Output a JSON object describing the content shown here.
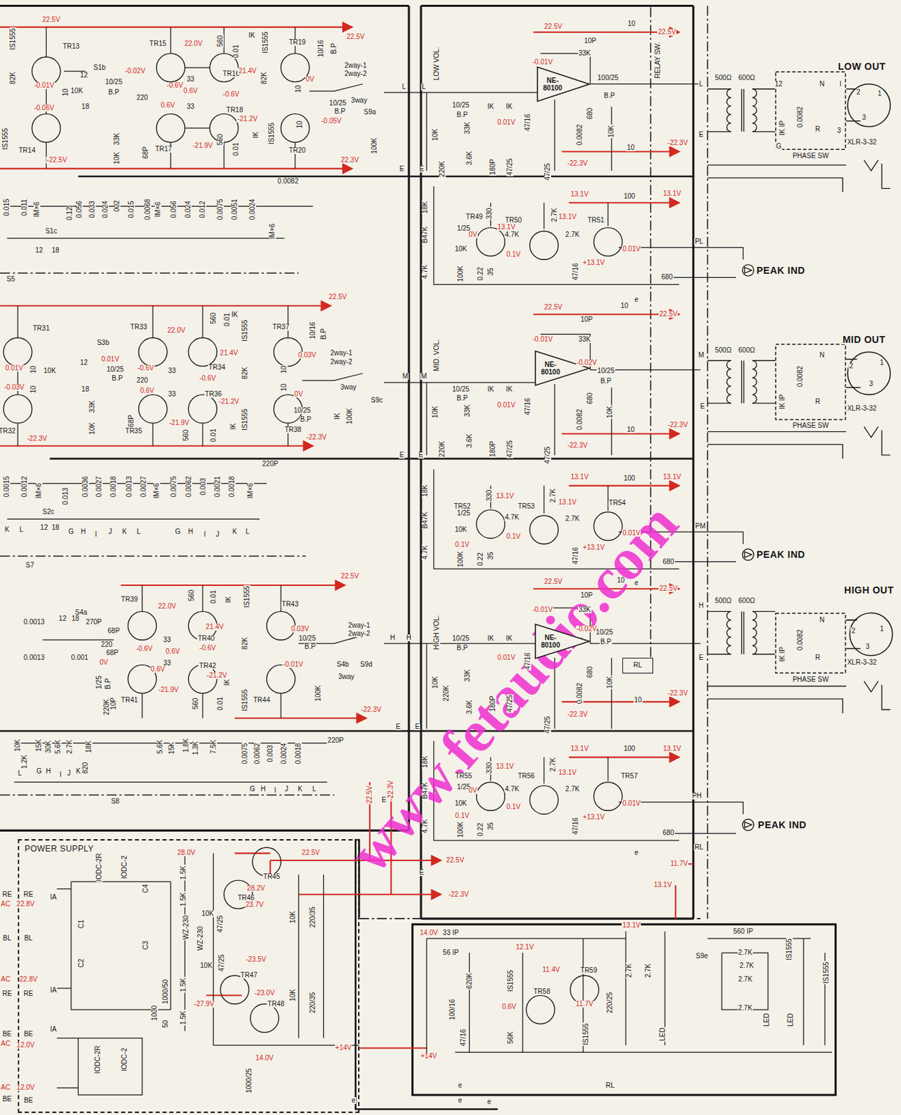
{
  "diagram": {
    "nodes": [
      {
        "text": [
          "POWER SUPPLY"
        ]
      },
      {
        "text": [
          "NE- 80100"
        ]
      },
      {
        "text": [
          "NE- 80100"
        ]
      },
      {
        "text": [
          "NE- 80100"
        ]
      },
      {
        "text": [
          "PHASE SW"
        ]
      },
      {
        "text": [
          "PHASE SW"
        ]
      },
      {
        "text": [
          "PHASE SW"
        ]
      },
      {
        "text": [
          "RL"
        ]
      }
    ],
    "labels": [
      "22.5V",
      "22.5V",
      "IS1555",
      "TR13",
      "S1b",
      "12",
      "-0.02V",
      "10/25",
      "10K",
      "18",
      "B.P",
      "220",
      "82K",
      "-0.01V",
      "10",
      "-0.06V",
      "IS1555",
      "TR14",
      "-22.5V",
      "33K",
      "10K",
      "68P",
      "TR15",
      "22.0V",
      "560",
      "IK",
      "0.01",
      "IS1555",
      "TR19",
      "10/16",
      "B.P",
      "-0.6V",
      "33",
      "0.6V",
      "TR16",
      "21.4V",
      "-0.6V",
      "82K",
      "10",
      "0V",
      "2way-1",
      "2way-2",
      "3way",
      "S9a",
      "10/25",
      "B.P",
      "-0.05V",
      "TR18",
      "-21.2V",
      "0.6V",
      "33",
      "TR17",
      "-21.9V",
      "560",
      "0.01",
      "IK",
      "IS1555",
      "10",
      "TR20",
      "22.3V",
      "100K",
      "L",
      "L",
      "E",
      "E",
      "0.015",
      "0.011",
      "IM×6",
      "S1c",
      "12",
      "18",
      "0.12",
      "0.056",
      "0.033",
      "0.024",
      "002",
      "0.015",
      "0.0068",
      "IM×6",
      "0.056",
      "0.024",
      "0.012",
      "0.0075",
      "0.0051",
      "0.0024",
      "IM×6",
      "0.0082",
      "S5",
      "22.5V",
      "TR31",
      "TR33",
      "22.0V",
      "560",
      "0.01",
      "IK",
      "IS1555",
      "TR37",
      "10/16",
      "B.P",
      "S3b",
      "12",
      "0.01V",
      "10/25",
      "10K",
      "18",
      "B.P",
      "220",
      "-0.6V",
      "33",
      "21.4V",
      "TR34",
      "-0.6V",
      "82K",
      "0.03V",
      "2way-1",
      "2way-2",
      "3way",
      "S9c",
      "M",
      "M",
      "0.01V",
      "-0.03V",
      "10",
      "10",
      "0.6V",
      "33",
      "TR36",
      "-21.2V",
      "IS1555",
      "0V",
      "10",
      "10",
      "10/25",
      "B.P",
      "33K",
      "10K",
      "68P",
      "TR35",
      "-21.9V",
      "560",
      "0.01",
      "IK",
      "TR38",
      "IK",
      "100K",
      "TR32",
      "-22.3V",
      "-22.3V",
      "E",
      "E",
      "220P",
      "0.0015",
      "0.0012",
      "IM×6",
      "S2c",
      "12",
      "18",
      "0.013",
      "0.0036",
      "0.0027",
      "0.0018",
      "0.0013",
      "0.0027",
      "IM×6",
      "0.0075",
      "0.0062",
      "0.003",
      "0.0021",
      "0.0018",
      "IM×6",
      "K",
      "L",
      "G",
      "H",
      "I",
      "J",
      "K",
      "L",
      "G",
      "H",
      "I",
      "J",
      "K",
      "L",
      "S7",
      "22.5V",
      "TR39",
      "22.0V",
      "560",
      "0.01",
      "IK",
      "IS1555",
      "TR43",
      "S4a",
      "0.0013",
      "12",
      "18",
      "270P",
      "68P",
      "220",
      "33",
      "-0.6V",
      "TR40",
      "21.4V",
      "0.6V",
      "-0.6V",
      "82K",
      "0.03V",
      "2way-1",
      "2way-2",
      "10/25",
      "B.P",
      "0.0013",
      "0.001",
      "68P",
      "0V",
      "33",
      "0.6V",
      "TR42",
      "-21.2V",
      "-0.01V",
      "S4b",
      "3way",
      "S9d",
      "H",
      "H",
      "1/25",
      "B.P",
      "220K",
      "10P",
      "TR41",
      "-21.9V",
      "560",
      "0.01",
      "IK",
      "IS1555",
      "TR44",
      "100K",
      "-22.3V",
      "E",
      "E",
      "10K",
      "1.2K",
      "15K",
      "30K",
      "5.6K",
      "2.7K",
      "18K",
      "820",
      "L",
      "G",
      "H",
      "I",
      "J",
      "K",
      "5.6K",
      "15K",
      "1.8K",
      "1.3K",
      "7.5K",
      "0.0075",
      "0.0062",
      "0.003",
      "0.0024",
      "0.0018",
      "220P",
      "S8",
      "G",
      "H",
      "I",
      "J",
      "K",
      "L",
      "RE",
      "RE",
      "AC",
      "22.8V",
      "IA",
      "IODC-2R",
      "IODC-2",
      "C1",
      "C4",
      "C2",
      "C3",
      "BL",
      "BL",
      "AC",
      "22.8V",
      "IA",
      "RE",
      "RE",
      "1000/50",
      "1000",
      "50",
      "BE",
      "BE",
      "IA",
      "AC",
      "12.0V",
      "IODC-2R",
      "IODC-2",
      "AC",
      "12.0V",
      "BE",
      "BE",
      "28.0V",
      "1.5K",
      "TR45",
      "28.2V",
      "TR46",
      "1.5K",
      "10K",
      "WZ-230",
      "WZ-230",
      "47/25",
      "23.7V",
      "22.5V",
      "10K",
      "220/35",
      "22.5V",
      "-22.3V",
      "E",
      "10K",
      "47/25",
      "-23.5V",
      "TR47",
      "1.5K",
      "-23.0V",
      "-27.9V",
      "TR48",
      "1.5K",
      "10K",
      "220/35",
      "+14V",
      "14.0V",
      "1000/25",
      "e",
      "e",
      "22.5V",
      "-22.3V",
      "E",
      "22.5V",
      "10",
      "22.5V",
      "10P",
      "33K",
      "LOW VOL.",
      "RELAY SW.",
      "-0.01V",
      "100/25",
      "B.P",
      "10/25",
      "B.P",
      "IK",
      "IK",
      "0.01V",
      "47/16",
      "680",
      "0.0082",
      "10K",
      "10",
      "-22.3V",
      "-22.3V",
      "10K",
      "33K",
      "3.6K",
      "220K",
      "180P",
      "47/25",
      "47/25",
      "L",
      "E",
      "500Ω",
      "600Ω",
      "12",
      "IK IP",
      "0.0082",
      "N",
      "I",
      "R",
      "3",
      "G",
      "LOW OUT",
      "2",
      "1",
      "3",
      "XLR-3-32",
      "13.1V",
      "100",
      "13.1V",
      "18K",
      "TR49",
      "330",
      "TR50",
      "2.7K",
      "13.1V",
      "TR51",
      "13.1V",
      "1/25",
      "0V",
      "B47K",
      "10K",
      "4.7K",
      "2.7K",
      "0.1V",
      "0.01V",
      "+13.1V",
      "4.7K",
      "100K",
      "0.22",
      "35",
      "47/16",
      "680",
      "PL",
      "PEAK IND",
      "e",
      "22.5V",
      "10",
      "22.5V",
      "10P",
      "33K",
      "MID. VOL.",
      "-0.01V",
      "-0.02V",
      "10/25",
      "B.P",
      "10/25",
      "B.P",
      "IK",
      "IK",
      "0.01V",
      "47/16",
      "680",
      "0.0082",
      "10K",
      "10",
      "-22.3V",
      "-22.3V",
      "10K",
      "33K",
      "3.6K",
      "220K",
      "180P",
      "47/25",
      "47/25",
      "M",
      "E",
      "500Ω",
      "600Ω",
      "IK IP",
      "0.0082",
      "N",
      "R",
      "MID OUT",
      "2",
      "1",
      "3",
      "XLR-3-32",
      "13.1V",
      "100",
      "13.1V",
      "18K",
      "TR52",
      "330",
      "13.1V",
      "TR53",
      "2.7K",
      "13.1V",
      "TR54",
      "1/25",
      "B47K",
      "10K",
      "4.7K",
      "2.7K",
      "0.1V",
      "0.01V",
      "+13.1V",
      "0.1V",
      "4.7K",
      "100K",
      "0.22",
      "35",
      "47/16",
      "680",
      "PM",
      "PEAK IND",
      "e",
      "22.5V",
      "10",
      "22.5V",
      "10P",
      "33K",
      "HIGH VOL.",
      "-0.01V",
      "-0.02V",
      "10/25",
      "B.P",
      "10/25",
      "B.P",
      "IK",
      "IK",
      "0.01V",
      "47/16",
      "680",
      "0.0082",
      "10K",
      "10",
      "-22.3V",
      "-22.3V",
      "10K",
      "33K",
      "3.6K",
      "220K",
      "180P",
      "47/25",
      "47/25",
      "H",
      "E",
      "500Ω",
      "600Ω",
      "IK IP",
      "0.0082",
      "N",
      "R",
      "HIGH OUT",
      "2",
      "1",
      "3",
      "XLR-3-32",
      "13.1V",
      "100",
      "13.1V",
      "18K",
      "TR55",
      "330",
      "13.1V",
      "TR56",
      "2.7K",
      "13.1V",
      "TR57",
      "1/25",
      "0V",
      "B47K",
      "10K",
      "4.7K",
      "2.7K",
      "0.1V",
      "0.01V",
      "+13.1V",
      "0.1V",
      "4.7K",
      "100K",
      "0.22",
      "35",
      "47/16",
      "680",
      "PH",
      "PEAK IND",
      "e",
      "RL",
      "11.7V",
      "13.1V",
      "14.0V",
      "33 IP",
      "56 IP",
      "13.1V",
      "560 IP",
      "S9e",
      "12.1V",
      "IS1555",
      "620K",
      "100/16",
      "TR58",
      "11.4V",
      "TR59",
      "2.7K",
      "2.7K",
      "220/25",
      "2.7K",
      "2.7K",
      "2.7K",
      "2.7K",
      "IS1555",
      "IS1555",
      "0.6V",
      "11.7V",
      "IS1555",
      "47/16",
      "56K",
      "LED",
      "LED",
      "LED",
      "+14V",
      "e",
      "e",
      "RL",
      "www.fetaudio.com"
    ]
  }
}
